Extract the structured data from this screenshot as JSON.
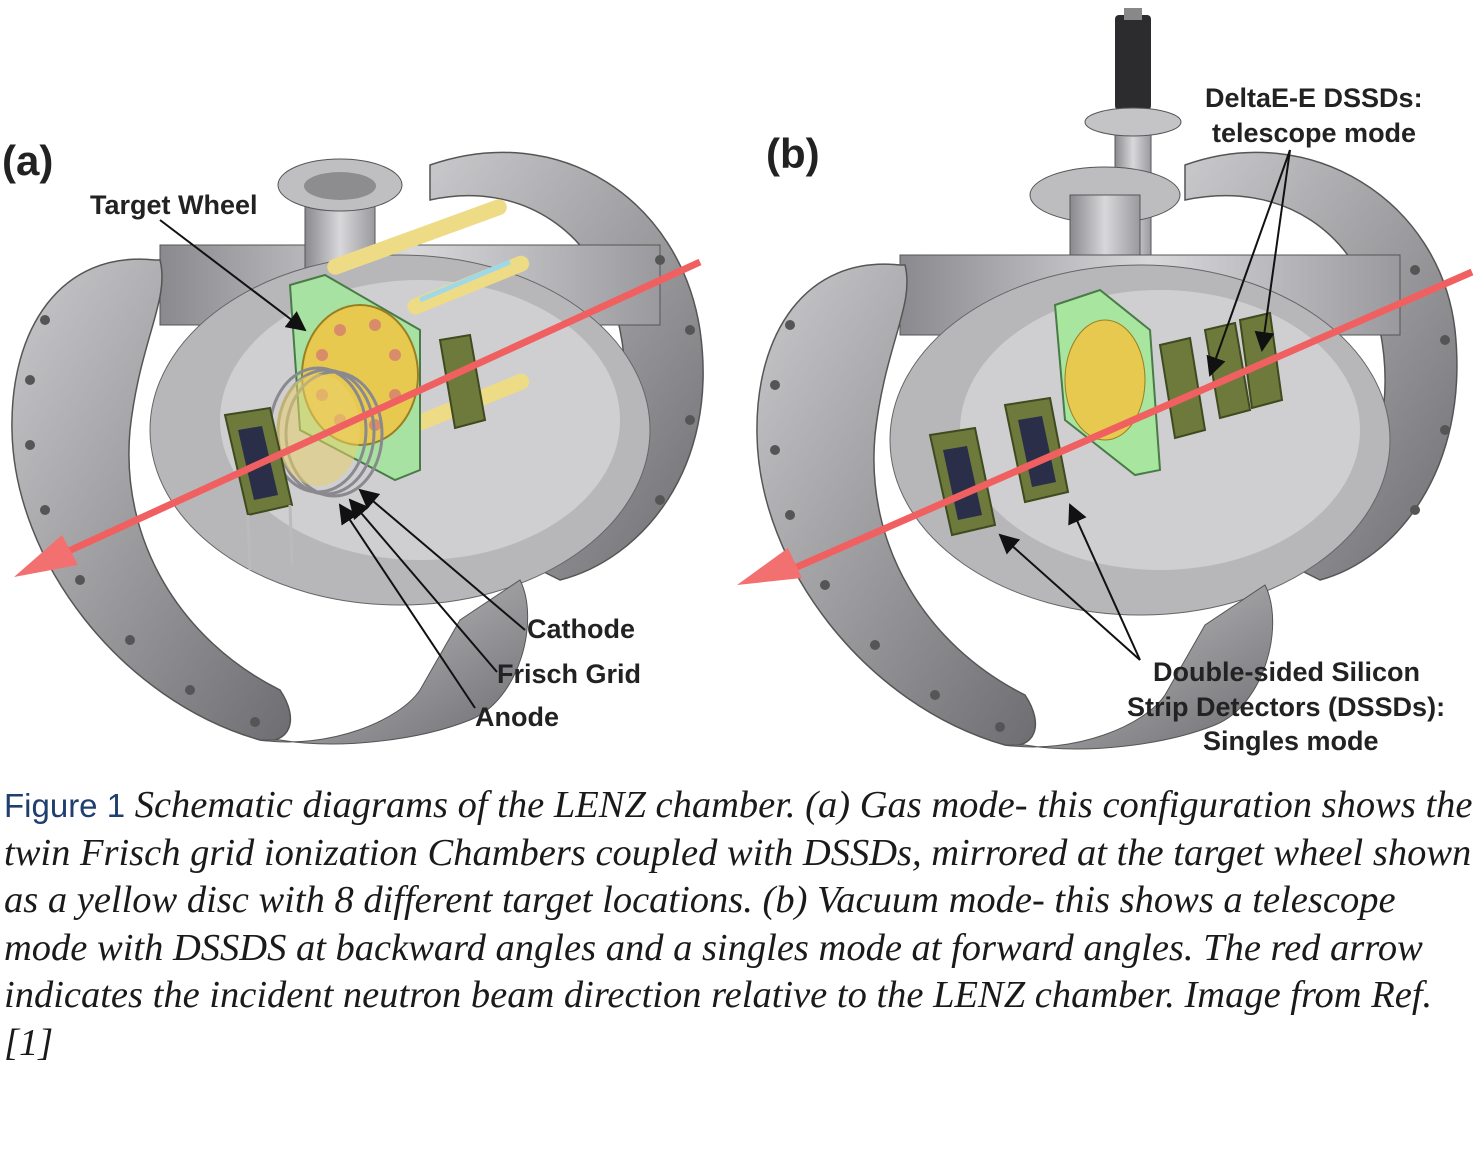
{
  "figure": {
    "panel_a": {
      "label": "(a)",
      "callouts": {
        "target_wheel": "Target Wheel",
        "cathode": "Cathode",
        "frisch_grid": "Frisch Grid",
        "anode": "Anode"
      }
    },
    "panel_b": {
      "label": "(b)",
      "callouts": {
        "telescope_line1": "DeltaE-E DSSDs:",
        "telescope_line2": "telescope mode",
        "singles_line1": "Double-sided Silicon",
        "singles_line2": "Strip Detectors (DSSDs):",
        "singles_line3": "Singles mode"
      }
    },
    "colors": {
      "steel": "#a9a9ab",
      "steel_dark": "#6f6f72",
      "beam": "#f05050",
      "target_wheel": "#e6c84a",
      "frame_green": "#9fdc9a",
      "rods": "#e8d27a",
      "pcb": "#6d7a3c"
    }
  },
  "caption": {
    "label": "Figure 1",
    "text": " Schematic diagrams of the LENZ chamber. (a) Gas mode- this configuration shows the twin Frisch grid ionization Chambers coupled with DSSDs, mirrored at the target wheel shown as a yellow disc with 8 different target locations. (b) Vacuum mode- this shows a telescope mode with DSSDS at backward angles and a singles mode at forward angles. The red arrow indicates the incident neutron beam direction relative to the LENZ chamber. Image from Ref. [1]"
  }
}
